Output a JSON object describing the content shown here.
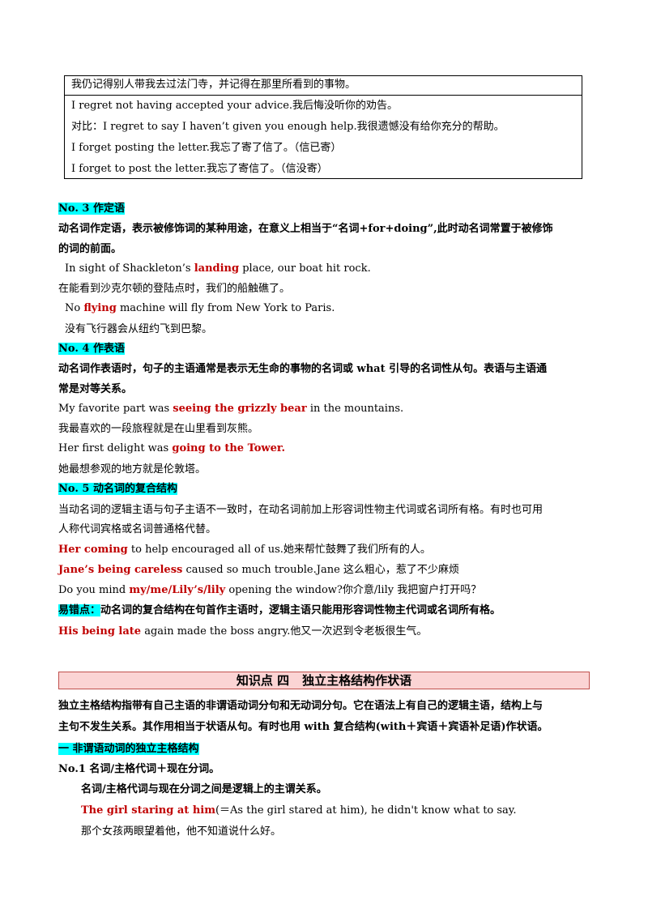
{
  "table": {
    "row1": "我仍记得别人带我去过法门寺，并记得在那里所看到的事物。",
    "row2": "I regret not having accepted your advice.我后悔没听你的劝告。",
    "row3": "对比：I regret to say I haven’t given you enough help.我很遗憾没有给你充分的帮助。",
    "row4": "I forget posting the letter.我忘了寄了信了。（信已寄）",
    "row5": "I forget to post the letter.我忘了寄信了。（信没寄）"
  },
  "no3": {
    "heading": "No. 3   作定语",
    "rule1": "动名词作定语，表示被修饰词的某种用途，在意义上相当于“名词+for+doing”,此时动名词常置于被修饰",
    "rule2": "的词的前面。",
    "ex1_pre": "In sight of Shackleton’s ",
    "ex1_red": "landing",
    "ex1_post": " place, our boat hit rock.",
    "ex1_cn": "在能看到沙克尔顿的登陆点时，我们的船触礁了。",
    "ex2_pre": "No ",
    "ex2_red": "flying",
    "ex2_post": " machine will fly from New York to Paris.",
    "ex2_cn": "没有飞行器会从纽约飞到巴黎。"
  },
  "no4": {
    "heading": "No. 4   作表语",
    "rule1": "动名词作表语时，句子的主语通常是表示无生命的事物的名词或 what 引导的名词性从句。表语与主语通",
    "rule2": "常是对等关系。",
    "ex1_pre": "My favorite part was ",
    "ex1_red": "seeing the grizzly bear",
    "ex1_post": " in the mountains.",
    "ex1_cn": "我最喜欢的一段旅程就是在山里看到灰熊。",
    "ex2_pre": "Her first delight was ",
    "ex2_red": "going to the Tower.",
    "ex2_cn": "她最想参观的地方就是伦敦塔。"
  },
  "no5": {
    "heading": "No. 5   动名词的复合结构",
    "rule1": "当动名词的逻辑主语与句子主语不一致时，在动名词前加上形容词性物主代词或名词所有格。有时也可用",
    "rule2": "人称代词宾格或名词普通格代替。",
    "ex1_red": "Her coming",
    "ex1_post": " to help encouraged all of us.她来帮忙鼓舞了我们所有的人。",
    "ex2_red": "Jane’s being careless",
    "ex2_post": " caused so much trouble.Jane 这么粗心，惹了不少麻烦",
    "ex3_pre": "Do you mind ",
    "ex3_red": "my/me/Lily’s/lily",
    "ex3_post": " opening the window?你介意/lily 我把窗户打开吗？",
    "note_label": "易错点：",
    "note_text": "动名词的复合结构在句首作主语时，逻辑主语只能用形容词性物主代词或名词所有格。",
    "ex4_red": "His being late",
    "ex4_post": " again made the boss angry.他又一次迟到令老板很生气。"
  },
  "section": {
    "title_a": "知识点 四",
    "title_b": "独立主格结构作状语",
    "intro1": "独立主格结构指带有自己主语的非谓语动词分句和无动词分句。它在语法上有自己的逻辑主语，结构上与",
    "intro2": "主句不发生关系。其作用相当于状语从句。有时也用 with 复合结构(with＋宾语＋宾语补足语)作状语。",
    "sub_heading": "一   非谓语动词的独立主格结构",
    "no1_heading": "No.1 名词/主格代词＋现在分词。",
    "no1_rule": "名词/主格代词与现在分词之间是逻辑上的主谓关系。",
    "no1_ex_red": "The girl staring at him",
    "no1_ex_post": "(＝As the girl stared at him), he   didn't know what to say.",
    "no1_ex_cn": "那个女孩两眼望着他，他不知道说什么好。"
  }
}
